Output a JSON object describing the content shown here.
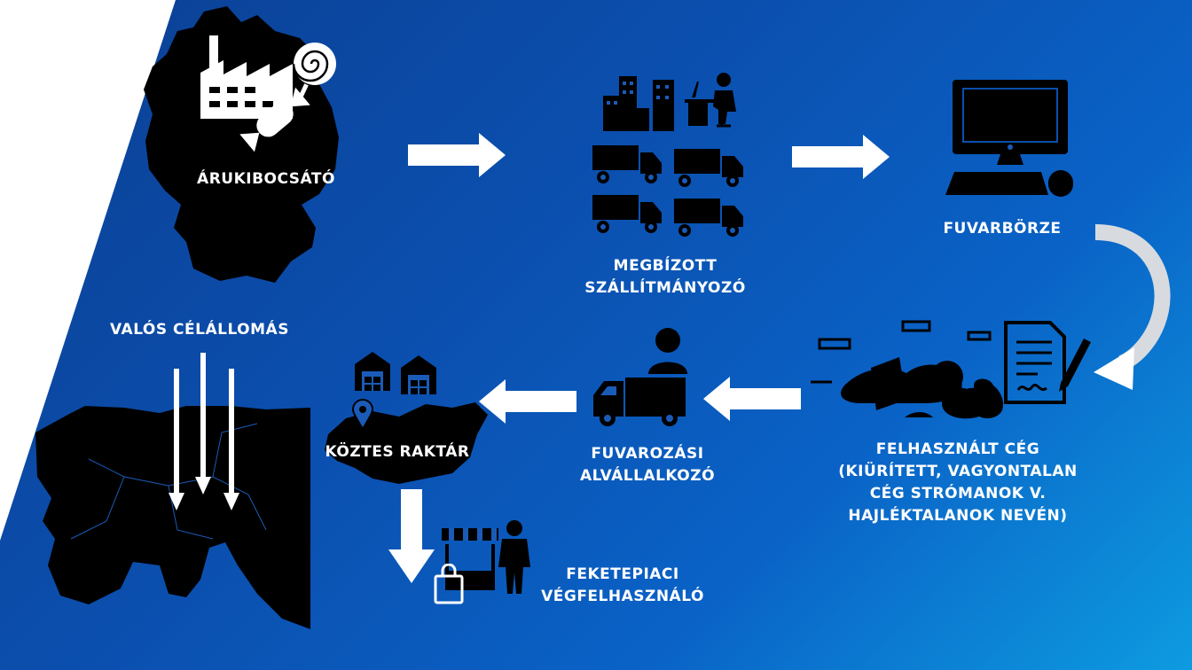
{
  "labels": {
    "arukibocsato": "ÁRUKIBOCSÁTÓ",
    "megbizott_line1": "MEGBÍZOTT",
    "megbizott_line2": "SZÁLLÍTMÁNYOZÓ",
    "fuvarborze": "FUVARBÖRZE",
    "felhasznalt_line1": "FELHASZNÁLT  CÉG",
    "felhasznalt_line2": "(KIÜRÍTETT, VAGYONTALAN",
    "felhasznalt_line3": "CÉG STRÓMANOK V.",
    "felhasznalt_line4": "HAJLÉKTALANOK NEVÉN)",
    "fuvarozasi_line1": "FUVAROZÁSI",
    "fuvarozasi_line2": "ALVÁLLALKOZÓ",
    "koztes_raktar": "KÖZTES RAKTÁR",
    "valos_celallomas": "VALÓS CÉLÁLLOMÁS",
    "feketepiaci_line1": "FEKETEPIACI",
    "feketepiaci_line2": "VÉGFELHASZNÁLÓ"
  },
  "colors": {
    "background_start": "#0b3f93",
    "background_end": "#0d9be0",
    "icon": "#000000",
    "arrow": "#ffffff",
    "label": "#ffffff"
  },
  "icons": [
    "germany-map-icon",
    "factory-icon",
    "candy-icon",
    "office-buildings-icon",
    "office-worker-icon",
    "truck-icon",
    "computer-icon",
    "keyboard-icon",
    "mouse-icon",
    "debris-icon",
    "contract-icon",
    "delivery-truck-icon",
    "warehouse-icon",
    "hungary-map-icon",
    "location-pin-icon",
    "europe-map-icon",
    "market-stall-icon",
    "person-icon",
    "shopping-bag-icon"
  ]
}
